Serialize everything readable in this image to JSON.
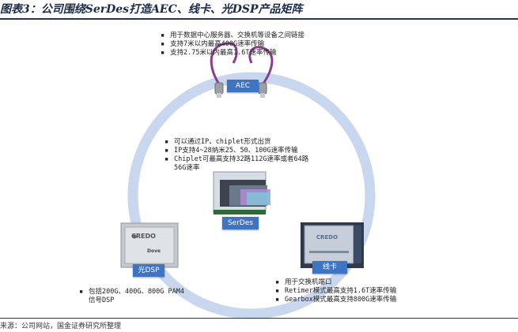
{
  "title": "图表3：公司围绕SerDes打造AEC、线卡、光DSP产品矩阵",
  "source": "来源：公司网站，国金证券研究所整理",
  "colors": {
    "ring": "#c8d6ee",
    "label_bg": "#3f74c4",
    "cable": "#8a3c8f",
    "rule": "#1f3563"
  },
  "nodes": {
    "aec": {
      "label": "AEC",
      "bullets": [
        "用于数据中心服务器、交换机等设备之间链接",
        "支持7米以内最高400G速率传输",
        "支持2.75米以内最高1.6T速率传输"
      ]
    },
    "serdes": {
      "label": "SerDes",
      "bullets": [
        "可以通过IP、chiplet形式出货",
        "IP支持4~28纳米25、50、100G速率传输",
        "Chiplet可最高支持32路112G速率或者64路",
        "56G速率"
      ]
    },
    "optical_dsp": {
      "label": "光DSP",
      "chip_brand": "CREDO",
      "chip_model": "Dove",
      "bullets": [
        "包括200G、400G、800G PAM4",
        "信号DSP"
      ]
    },
    "line_card": {
      "label": "线卡",
      "chip_brand": "CREDO",
      "bullets": [
        "用于交换机端口",
        "Retimer模式最高支持1.6T速率传输",
        "Gearbox模式最高支持800G速率传输"
      ]
    }
  }
}
